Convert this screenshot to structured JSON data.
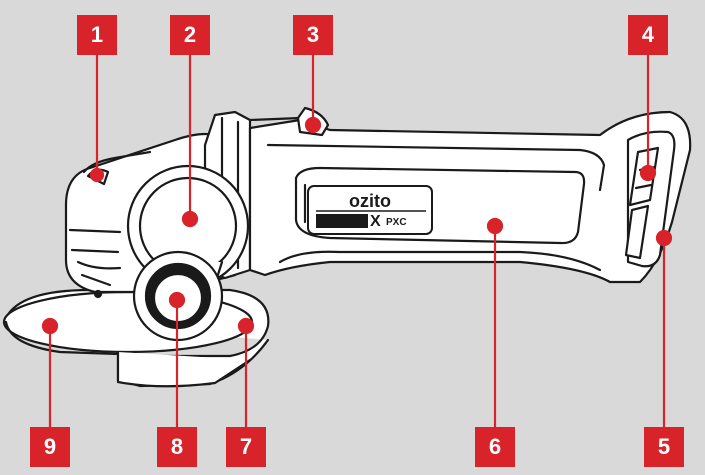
{
  "colors": {
    "background": "#d9d9d9",
    "callout": "#d8232a",
    "callout_text": "#ffffff",
    "tool_body": "#ffffff",
    "tool_outline": "#1a1a1a"
  },
  "brand": {
    "name": "ozito",
    "series": "PXC"
  },
  "callouts": {
    "c1": "1",
    "c2": "2",
    "c3": "3",
    "c4": "4",
    "c5": "5",
    "c6": "6",
    "c7": "7",
    "c8": "8",
    "c9": "9"
  }
}
